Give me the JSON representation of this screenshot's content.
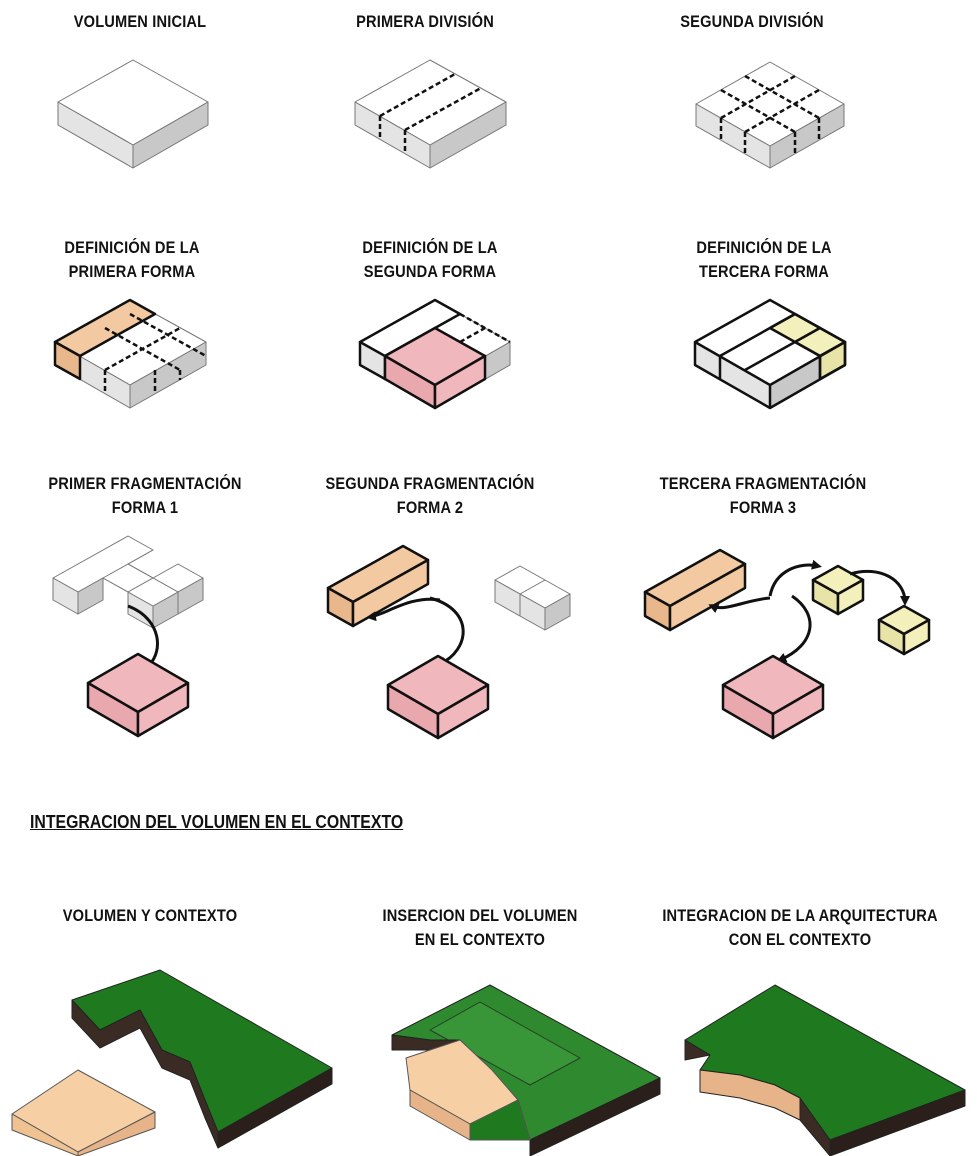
{
  "steps": [
    {
      "title": "VOLUMEN INICIAL"
    },
    {
      "title": "PRIMERA DIVISIÓN"
    },
    {
      "title": "SEGUNDA DIVISIÓN"
    },
    {
      "title": "DEFINICIÓN DE LA\nPRIMERA FORMA"
    },
    {
      "title": "DEFINICIÓN DE LA\nSEGUNDA FORMA"
    },
    {
      "title": "DEFINICIÓN DE LA\nTERCERA FORMA"
    },
    {
      "title": "PRIMER FRAGMENTACIÓN\nFORMA 1"
    },
    {
      "title": "SEGUNDA FRAGMENTACIÓN\nFORMA 2"
    },
    {
      "title": "TERCERA FRAGMENTACIÓN\nFORMA 3"
    }
  ],
  "context_section": {
    "title": "INTEGRACION DEL VOLUMEN EN EL CONTEXTO",
    "steps": [
      {
        "title": "VOLUMEN Y CONTEXTO"
      },
      {
        "title": "INSERCION DEL VOLUMEN\nEN EL CONTEXTO"
      },
      {
        "title": "INTEGRACION DE LA ARQUITECTURA\nCON EL CONTEXTO"
      }
    ]
  },
  "colors": {
    "box_top": "#ffffff",
    "box_left": "#e4e4e4",
    "box_right": "#c8c8c8",
    "form1": "#f2c9a0",
    "form2": "#f0b8bc",
    "form3": "#f4f0bc",
    "grass": "#1f7a1f",
    "earth": "#3a2c24",
    "sand": "#f7cfa5"
  }
}
